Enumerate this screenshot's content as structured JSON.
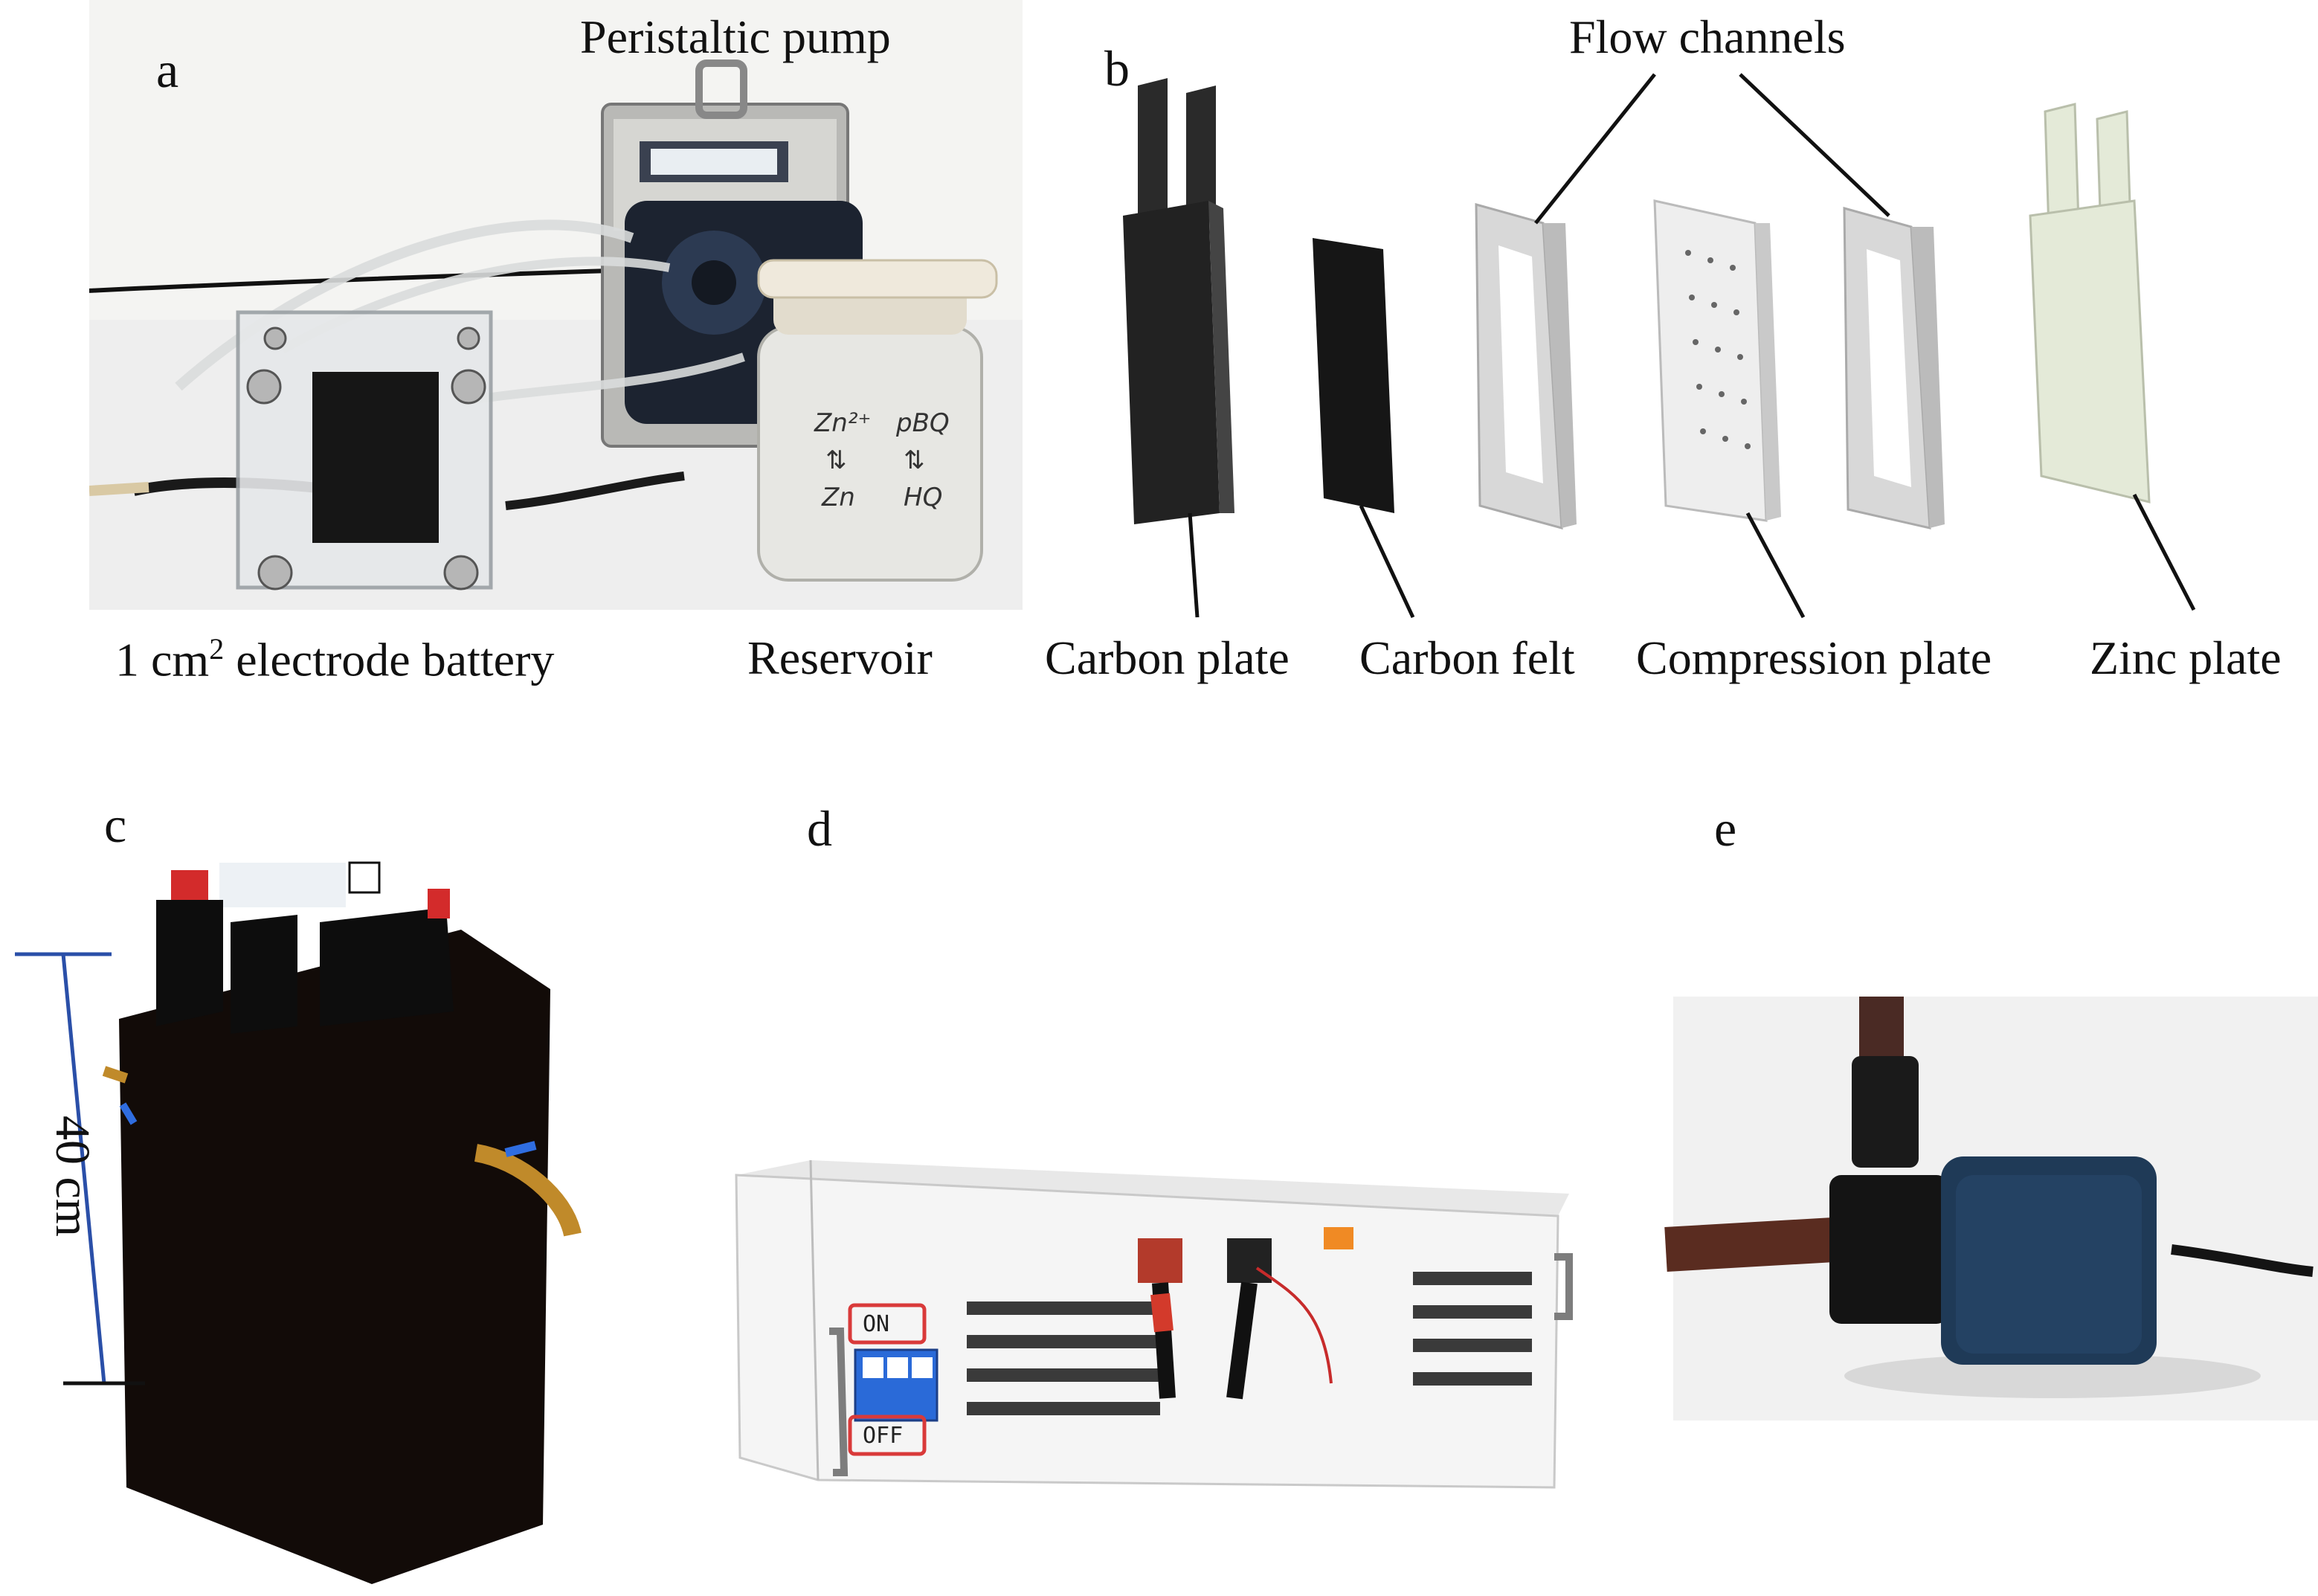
{
  "panels": {
    "a": {
      "letter": "a",
      "labels": {
        "pump": "Peristaltic pump",
        "battery_prefix": "1 cm",
        "battery_sup": "2",
        "battery_suffix": " electrode battery",
        "reservoir": "Reservoir"
      },
      "bottle_writing": [
        "Zn²⁺",
        "pBQ",
        "⇅",
        "⇅",
        "Zn",
        "HQ"
      ]
    },
    "b": {
      "letter": "b",
      "labels": {
        "flow_channels": "Flow channels",
        "carbon_plate": "Carbon plate",
        "carbon_felt": "Carbon felt",
        "compression_plate": "Compression plate",
        "zinc_plate": "Zinc plate"
      }
    },
    "c": {
      "letter": "c",
      "dimension": "40 cm"
    },
    "d": {
      "letter": "d",
      "switch_on": "ON",
      "switch_off": "OFF"
    },
    "e": {
      "letter": "e"
    }
  },
  "colors": {
    "blue_dimension": "#2a4fa8",
    "zinc_plate": "#e4ead8",
    "carbon": "#1b1b1b",
    "pump_blue": "#1f3a57",
    "switch_red": "#d93a3a"
  }
}
